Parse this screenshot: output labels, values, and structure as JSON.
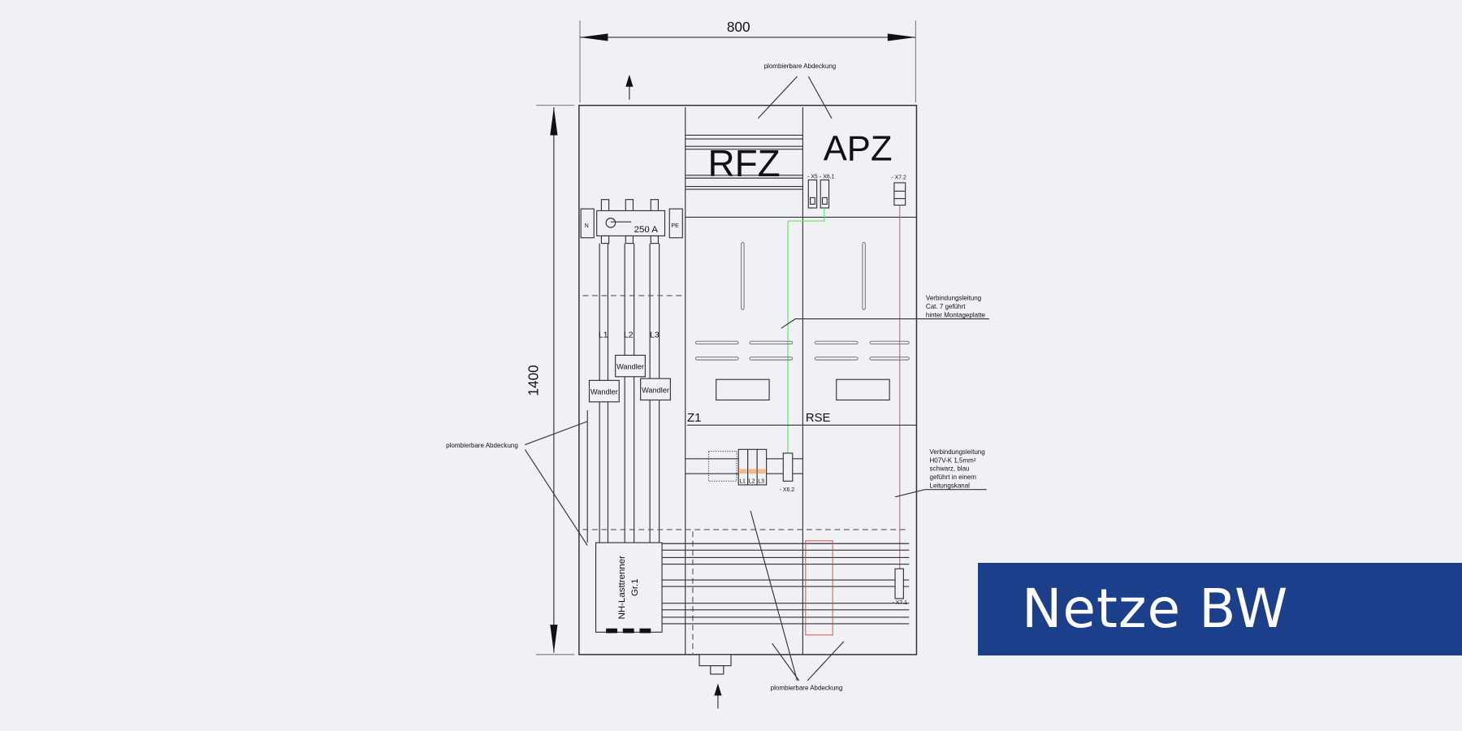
{
  "dimensions": {
    "width": "800",
    "height": "1400"
  },
  "sections": {
    "rfz": "RFZ",
    "apz": "APZ",
    "z1": "Z1",
    "rse": "RSE"
  },
  "switch": {
    "rating": "250 A",
    "n": "N",
    "pe": "PE"
  },
  "phases": [
    "L1",
    "L2",
    "L3"
  ],
  "wandler": [
    "Wandler",
    "Wandler",
    "Wandler"
  ],
  "nh": {
    "line1": "NH-Lasttrenner",
    "line2": "Gr.1"
  },
  "terminals": {
    "x5": "- X5",
    "x61": "- X6.1",
    "x72": "- X7.2",
    "x62": "- X6.2",
    "x71": "- X7.1"
  },
  "annotations": {
    "cover_top": "plombierbare Abdeckung",
    "cover_left": "plombierbare Abdeckung",
    "cover_bottom": "plombierbare Abdeckung",
    "cat7": [
      "Verbindungsleitung",
      "Cat. 7 geführt",
      "hinter Montageplatte"
    ],
    "h07v": [
      "Verbindungsleitung",
      "H07V-K 1,5mm²",
      "schwarz, blau",
      "geführt in einem",
      "Leitungskanal"
    ]
  },
  "brand": {
    "name": "Netze BW",
    "color": "#1b3f8b"
  },
  "colors": {
    "data_line": "#66e066",
    "signal_line": "#e04040",
    "terminal_marker": "#f5b880"
  }
}
